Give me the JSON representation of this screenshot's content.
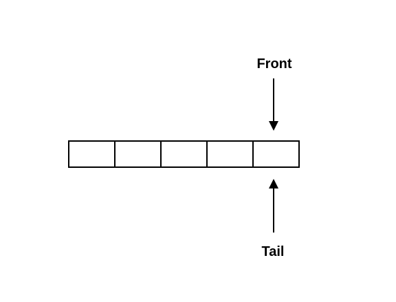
{
  "queue": {
    "cell_count": 5,
    "front_cell_index": 4,
    "tail_cell_index": 4
  },
  "labels": {
    "front": "Front",
    "tail": "Tail"
  },
  "colors": {
    "stroke": "#000000",
    "background": "#ffffff"
  }
}
